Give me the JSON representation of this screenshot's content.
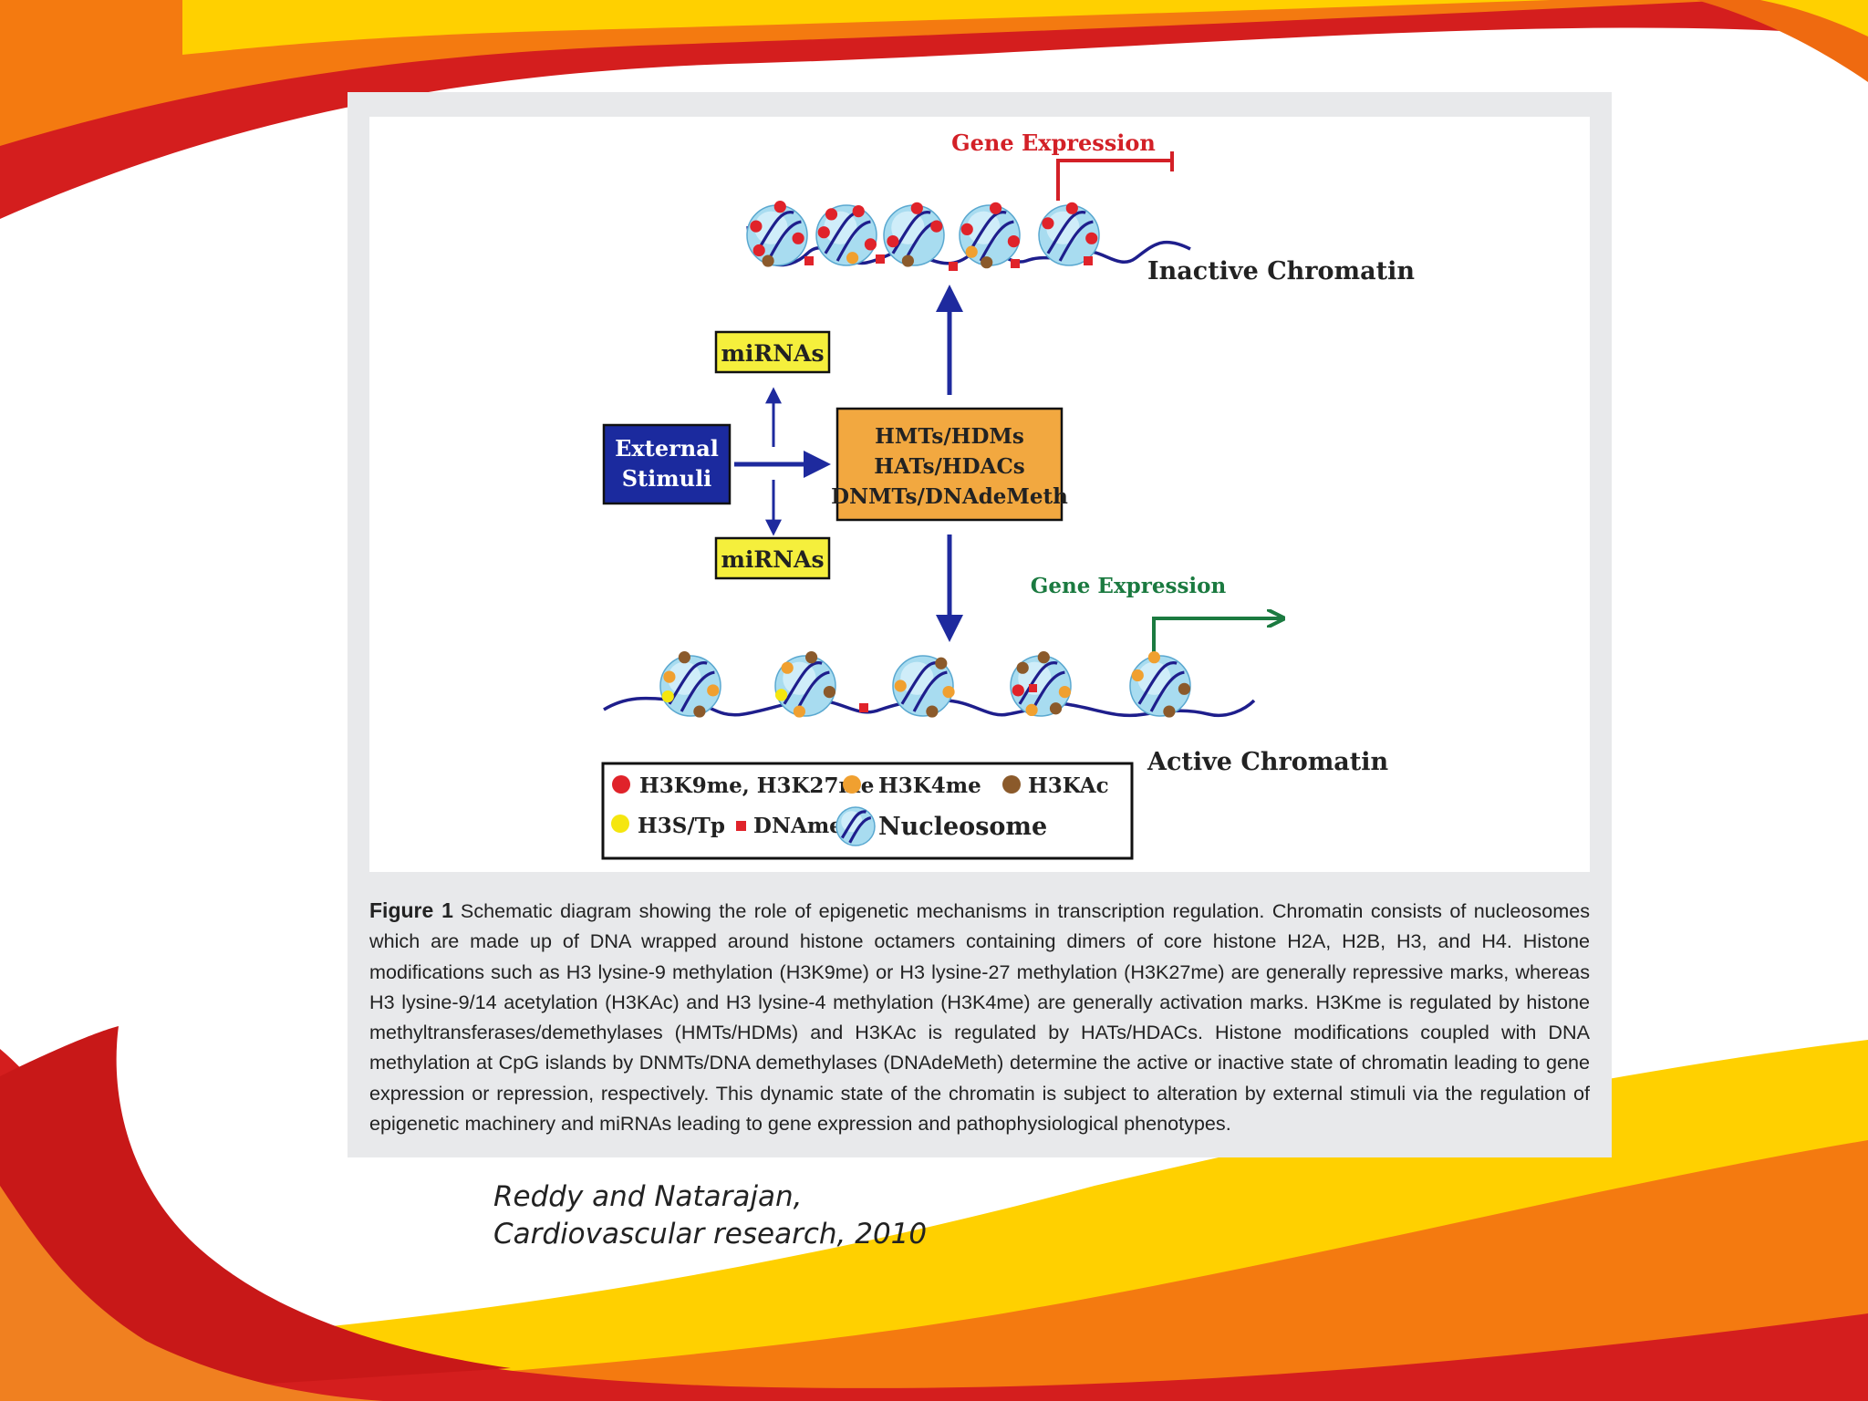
{
  "colors": {
    "red_mark": "#e0232a",
    "orange_mark": "#f0a030",
    "brown_mark": "#8b5a2b",
    "yellow_mark": "#f5e60f",
    "dna": "#1e1e8c",
    "nucleosome_fill": "#a8dcf0",
    "external_box": "#1b2a9e",
    "enzyme_box": "#f2a840",
    "mirna_box": "#f5ef3c",
    "arrow": "#1e2a9e",
    "gene_red": "#d32027",
    "gene_green": "#1b7a40",
    "bg_red": "#d41e1e",
    "bg_orange": "#f47a10",
    "bg_yellow": "#ffd000"
  },
  "diagram": {
    "gene_expression_top": "Gene Expression",
    "inactive_chromatin": "Inactive Chromatin",
    "mirnas_top": "miRNAs",
    "mirnas_bottom": "miRNAs",
    "external_stimuli": [
      "External",
      "Stimuli"
    ],
    "enzymes": [
      "HMTs/HDMs",
      "HATs/HDACs",
      "DNMTs/DNAdeMeth"
    ],
    "gene_expression_bottom": "Gene Expression",
    "active_chromatin": "Active Chromatin",
    "legend": {
      "h3k9me": "H3K9me, H3K27me",
      "h3k4me": "H3K4me",
      "h3kac": "H3KAc",
      "h3stp": "H3S/Tp",
      "dname": "DNAme",
      "nucleosome": "Nucleosome"
    }
  },
  "caption": {
    "label": "Figure 1",
    "text": "Schematic diagram showing the role of epigenetic mechanisms in transcription regulation. Chromatin consists of nucleosomes which are made up of DNA wrapped around histone octamers containing dimers of core histone H2A, H2B, H3, and H4. Histone modifications such as H3 lysine-9 methylation (H3K9me) or H3 lysine-27 methylation (H3K27me) are generally repressive marks, whereas H3 lysine-9/14 acetylation (H3KAc) and H3 lysine-4 methylation (H3K4me) are generally activation marks. H3Kme is regulated by histone methyltransferases/demethylases (HMTs/HDMs) and H3KAc is regulated by HATs/HDACs. Histone modifications coupled with DNA methylation at CpG islands by DNMTs/DNA demethylases (DNAdeMeth) determine the active or inactive state of chromatin leading to gene expression or repression, respectively. This dynamic state of the chromatin is subject to alteration by external stimuli via the regulation of epigenetic machinery and miRNAs leading to gene expression and pathophysiological phenotypes."
  },
  "citation": {
    "line1": "Reddy and Natarajan,",
    "line2": "Cardiovascular research, 2010"
  }
}
